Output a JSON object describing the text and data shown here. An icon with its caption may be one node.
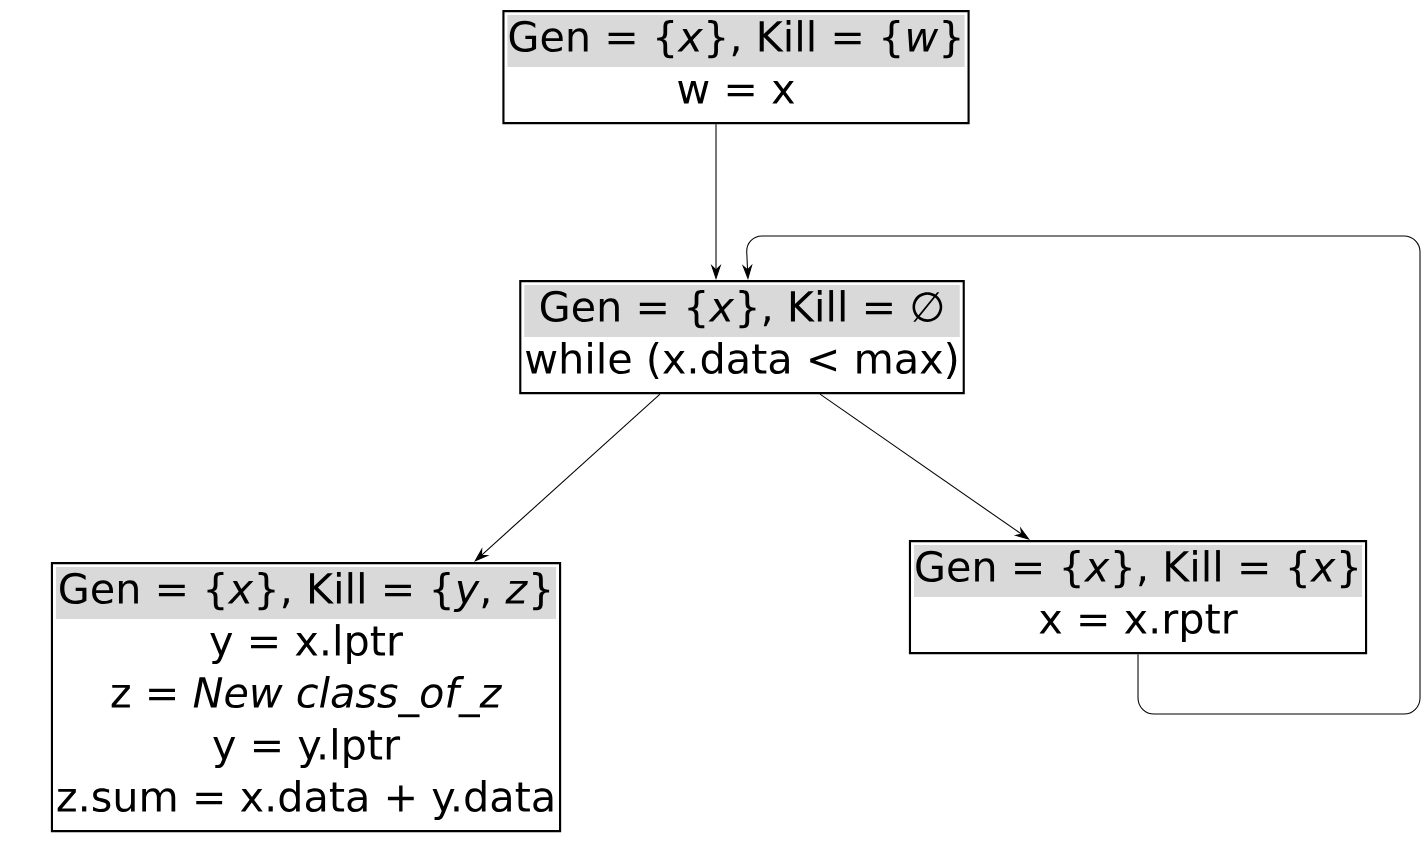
{
  "diagram": {
    "nodes": [
      {
        "text": [
          "Gen = {*x*}, Kill = {*w*}",
          "w = x"
        ]
      },
      {
        "text": [
          "Gen = {*x*}, Kill = ∅",
          "while (x.data < max)"
        ]
      },
      {
        "text": [
          "Gen = {*x*}, Kill = {*y*, *z*}",
          "y = x.lptr",
          "z = *New  class_of_z*",
          "y = y.lptr",
          "z.sum = x.data + y.data"
        ]
      },
      {
        "text": [
          "Gen = {*x*}, Kill = {*x*}",
          "x = x.rptr"
        ]
      }
    ],
    "edges": [
      {
        "from": 0,
        "to": 1,
        "arrow": "to"
      },
      {
        "from": 1,
        "to": 2,
        "arrow": "to"
      },
      {
        "from": 1,
        "to": 3,
        "arrow": "to"
      },
      {
        "from": 3,
        "to": 1,
        "arrow": "to"
      }
    ]
  }
}
